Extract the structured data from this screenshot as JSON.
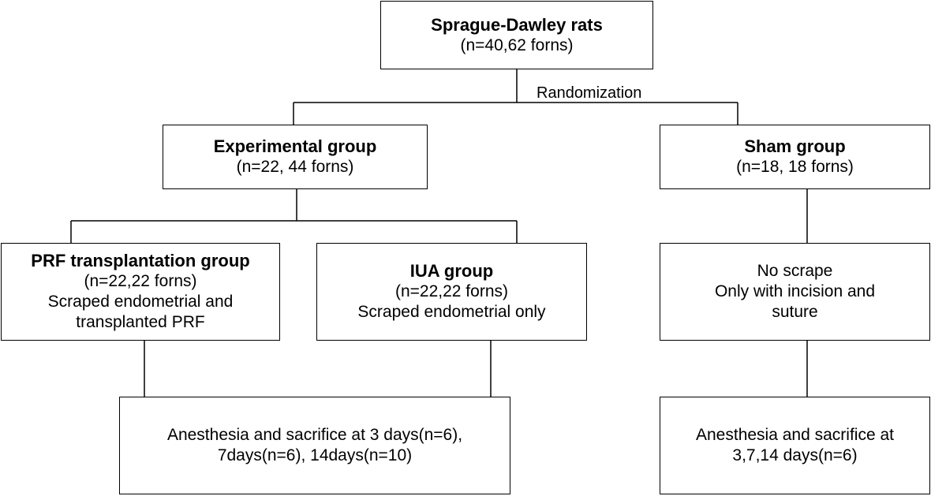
{
  "root": {
    "title": "Sprague-Dawley rats",
    "detail": "(n=40,62 forns)"
  },
  "randomization_label": "Randomization",
  "experimental": {
    "title": "Experimental group",
    "detail": "(n=22, 44 forns)"
  },
  "sham": {
    "title": "Sham group",
    "detail": "(n=18, 18 forns)"
  },
  "prf": {
    "title": "PRF transplantation group",
    "detail": "(n=22,22 forns)",
    "line1": "Scraped endometrial and",
    "line2": "transplanted PRF"
  },
  "iua": {
    "title": "IUA  group",
    "detail": "(n=22,22 forns)",
    "line1": "Scraped endometrial only"
  },
  "no_scrape": {
    "line1": "No scrape",
    "line2": "Only  with incision and",
    "line3": "suture"
  },
  "sacrifice_exp": {
    "line1": "Anesthesia and sacrifice at 3 days(n=6),",
    "line2": "7days(n=6),  14days(n=10)"
  },
  "sacrifice_sham": {
    "line1": "Anesthesia and sacrifice at",
    "line2": "3,7,14 days(n=6)"
  }
}
